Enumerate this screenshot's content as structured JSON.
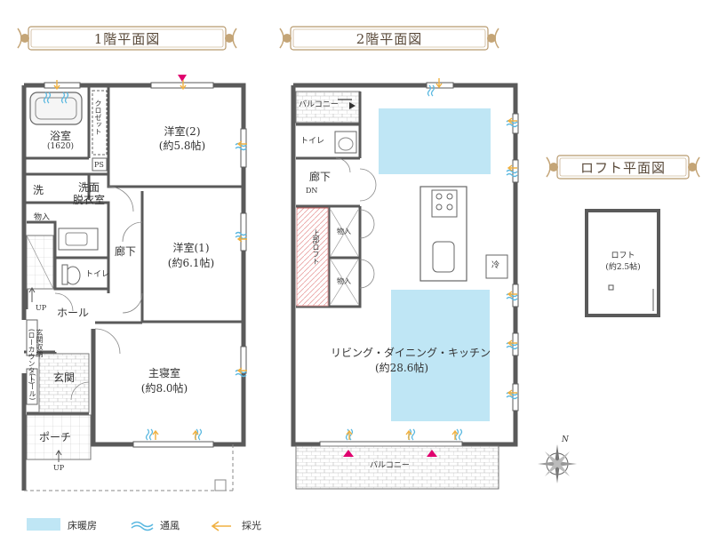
{
  "titles": {
    "floor1": "1階平面図",
    "floor2": "2階平面図",
    "loft": "ロフト平面図"
  },
  "floor1": {
    "bath": "浴室",
    "bath_size": "(1620)",
    "closet": "クロゼット",
    "ps": "PS",
    "wash": "洗",
    "washroom": "洗面\n脱衣室",
    "storage": "物入",
    "toilet": "トイレ",
    "hall_corridor": "廊下",
    "room2": "洋室(2)",
    "room2_size": "(約5.8帖)",
    "room1": "洋室(1)",
    "room1_size": "(約6.1帖)",
    "master": "主寝室",
    "master_size": "(約8.0帖)",
    "hall": "ホール",
    "up_stairs": "UP",
    "entrance_storage": "玄関収納\n(ローカウンター)",
    "entrance_tall": "(トール)",
    "genkan": "玄関",
    "porch": "ポーチ",
    "up_porch": "UP"
  },
  "floor2": {
    "balcony_top": "バルコニー",
    "toilet": "トイレ",
    "corridor": "廊下",
    "dn": "DN",
    "loft_above": "上部ロフト",
    "storage1": "物入",
    "storage2": "物入",
    "fridge": "冷",
    "ldk": "リビング・ダイニング・キッチン",
    "ldk_size": "(約28.6帖)",
    "balcony_bottom": "バルコニー"
  },
  "loft": {
    "name": "ロフト",
    "size": "(約2.5帖)"
  },
  "compass": "N",
  "legend": [
    {
      "label": "床暖房",
      "icon": "floor-heating-swatch",
      "color": "#bfe6f5"
    },
    {
      "label": "通風",
      "icon": "ventilation-wave-icon",
      "color": "#5ab8e0"
    },
    {
      "label": "採光",
      "icon": "daylight-arrow-icon",
      "color": "#f0b040"
    }
  ],
  "colors": {
    "wall": "#5a5a5a",
    "heating": "#bfe6f5",
    "wind": "#5ab8e0",
    "light": "#f0b040",
    "marker": "#e0006e",
    "banner_border": "#b89a6e",
    "stairs_hatch": "#e8a0a0"
  }
}
